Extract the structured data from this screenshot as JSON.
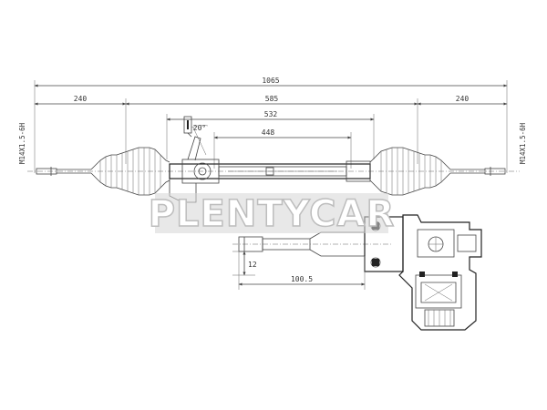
{
  "dimensions": {
    "overall": "1065",
    "left_end": "240",
    "center": "585",
    "right_end": "240",
    "housing": "532",
    "rack": "448",
    "angle": "20°",
    "shaft_offset": "12",
    "shaft_length": "100.5"
  },
  "threads": {
    "left": "M14X1.5-6H",
    "right": "M14X1.5-6H"
  },
  "watermark": "PLENTYCAR",
  "colors": {
    "line": "#444444",
    "watermark_fill": "#ffffff",
    "watermark_stroke": "#bdbdbd"
  }
}
